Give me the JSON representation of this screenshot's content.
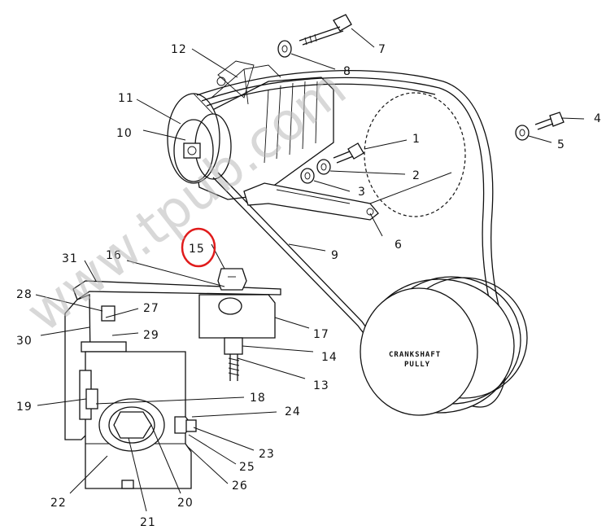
{
  "callouts": {
    "c1": "1",
    "c2": "2",
    "c3": "3",
    "c4": "4",
    "c5": "5",
    "c6": "6",
    "c7": "7",
    "c8": "8",
    "c9": "9",
    "c10": "10",
    "c11": "11",
    "c12": "12",
    "c13": "13",
    "c14": "14",
    "c15": "15",
    "c16": "16",
    "c17": "17",
    "c18": "18",
    "c19": "19",
    "c20": "20",
    "c21": "21",
    "c22": "22",
    "c23": "23",
    "c24": "24",
    "c25": "25",
    "c26": "26",
    "c27": "27",
    "c28": "28",
    "c29": "29",
    "c30": "30",
    "c31": "31"
  },
  "pulley_label": {
    "line1": "CRANKSHAFT",
    "line2": "PULLY"
  },
  "watermark": "www.tpub.com",
  "highlight": {
    "target": "15",
    "color": "#e01b1b"
  }
}
